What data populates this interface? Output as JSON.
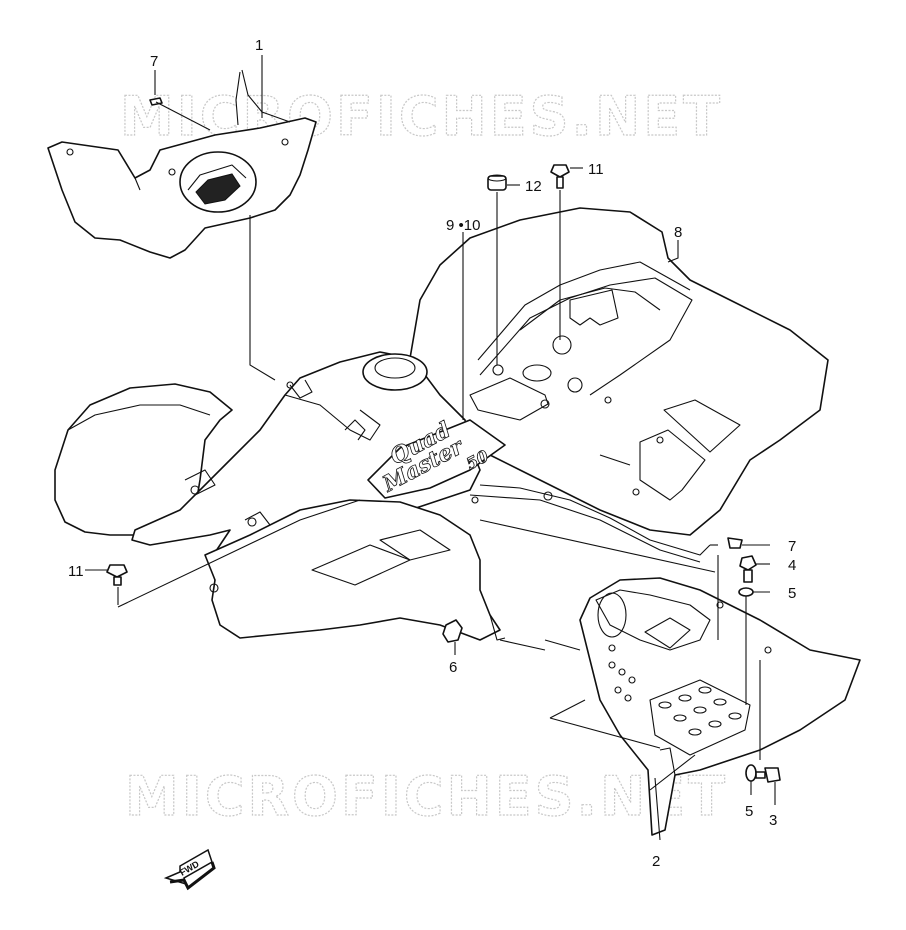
{
  "watermark": {
    "top": "MICROFICHES.NET",
    "bottom": "MICROFICHES.NET"
  },
  "decal": {
    "line1": "Quad",
    "line2": "Master",
    "line3": "50"
  },
  "fwd_label": "FWD",
  "callouts": {
    "c1": "1",
    "c2": "2",
    "c3": "3",
    "c4": "4",
    "c5a": "5",
    "c5b": "5",
    "c6": "6",
    "c7a": "7",
    "c7b": "7",
    "c8": "8",
    "c9_10": "9 •10",
    "c11a": "11",
    "c11b": "11",
    "c12": "12"
  }
}
